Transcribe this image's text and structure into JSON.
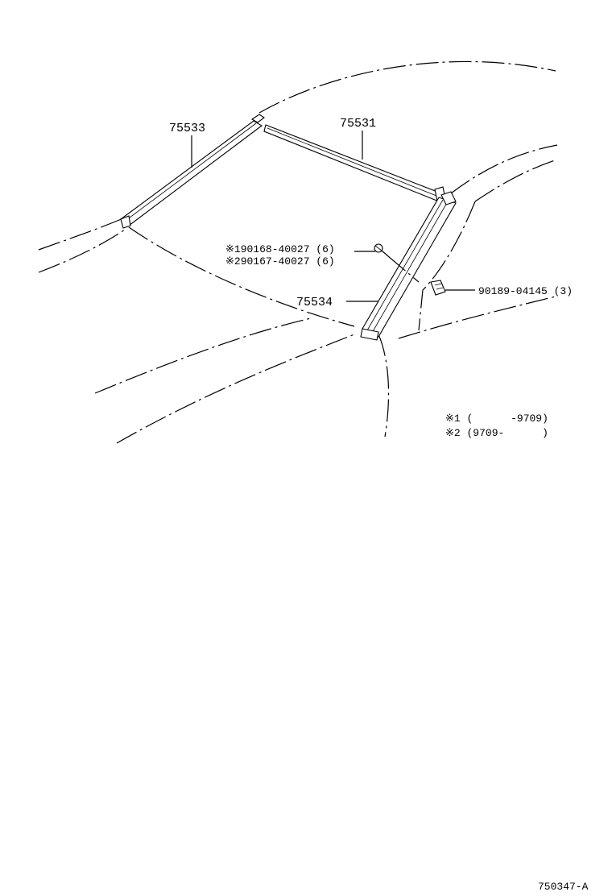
{
  "parts": {
    "p75531": "75531",
    "p75533": "75533",
    "p75534": "75534",
    "screw_note_1": "※190168-40027 (6)",
    "screw_note_2": "※290167-40027 (6)",
    "clip": "90189-04145 (3)"
  },
  "legend": {
    "note1": "※1 (      -9709)",
    "note2": "※2 (9709-      )"
  },
  "figure_id": "750347-A"
}
